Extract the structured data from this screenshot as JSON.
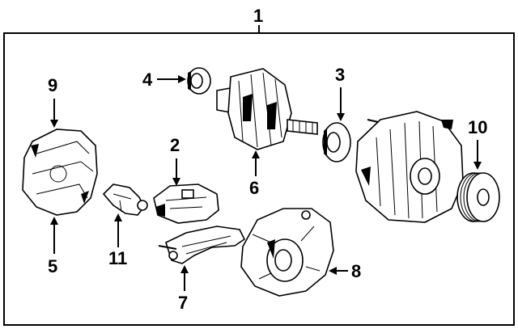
{
  "diagram": {
    "callouts": [
      {
        "id": "1",
        "label": "1"
      },
      {
        "id": "2",
        "label": "2"
      },
      {
        "id": "3",
        "label": "3"
      },
      {
        "id": "4",
        "label": "4"
      },
      {
        "id": "5",
        "label": "5"
      },
      {
        "id": "6",
        "label": "6"
      },
      {
        "id": "7",
        "label": "7"
      },
      {
        "id": "8",
        "label": "8"
      },
      {
        "id": "9",
        "label": "9"
      },
      {
        "id": "10",
        "label": "10"
      },
      {
        "id": "11",
        "label": "11"
      }
    ],
    "parts": [
      {
        "callout": "9",
        "icon": "rear-cover-icon"
      },
      {
        "callout": "11",
        "icon": "brush-holder-icon"
      },
      {
        "callout": "4",
        "icon": "bearing-icon"
      },
      {
        "callout": "6",
        "icon": "rotor-icon"
      },
      {
        "callout": "3",
        "icon": "bearing-icon"
      },
      {
        "callout": "2",
        "icon": "regulator-icon"
      },
      {
        "callout": "7",
        "icon": "rectifier-icon"
      },
      {
        "callout": "8",
        "icon": "end-frame-icon"
      },
      {
        "callout": "1",
        "icon": "alternator-housing-icon"
      },
      {
        "callout": "10",
        "icon": "pulley-icon"
      }
    ]
  }
}
